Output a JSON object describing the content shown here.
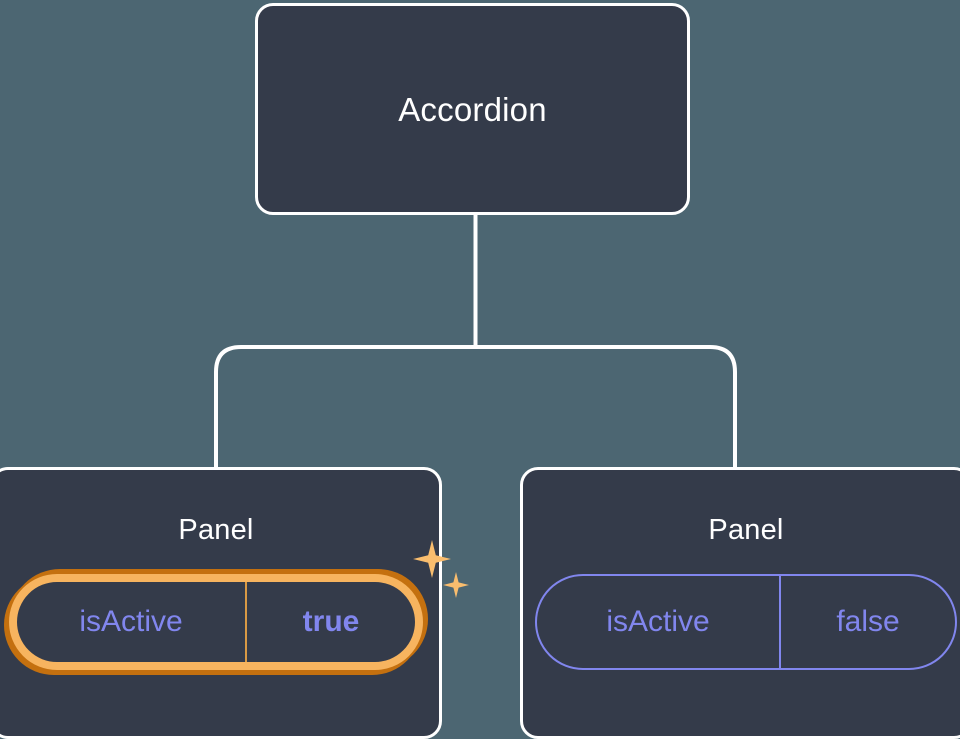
{
  "diagram": {
    "type": "component-tree",
    "background_color": "#4c6672",
    "card_color": "#343b4a",
    "card_border_color": "#ffffff",
    "connector_color": "#ffffff",
    "accent_active_color": "#f7b45f",
    "accent_active_shadow_color": "#c4700f",
    "accent_prop_color": "#8186ee"
  },
  "root": {
    "title": "Accordion"
  },
  "panels": [
    {
      "title": "Panel",
      "state": "active",
      "prop": {
        "key": "isActive",
        "value": "true"
      },
      "sparkle_icons": [
        "sparkle-large-icon",
        "sparkle-small-icon"
      ]
    },
    {
      "title": "Panel",
      "state": "inactive",
      "prop": {
        "key": "isActive",
        "value": "false"
      }
    }
  ]
}
